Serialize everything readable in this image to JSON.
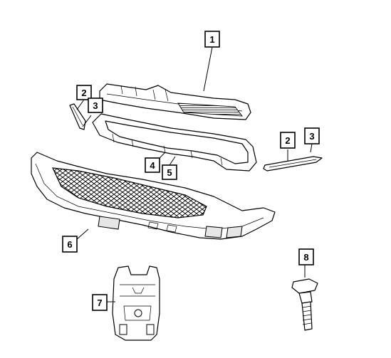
{
  "callouts": [
    {
      "id": "c1",
      "label": "1"
    },
    {
      "id": "c2a",
      "label": "2"
    },
    {
      "id": "c3a",
      "label": "3"
    },
    {
      "id": "c2b",
      "label": "2"
    },
    {
      "id": "c3b",
      "label": "3"
    },
    {
      "id": "c4",
      "label": "4"
    },
    {
      "id": "c5",
      "label": "5"
    },
    {
      "id": "c6",
      "label": "6"
    },
    {
      "id": "c7",
      "label": "7"
    },
    {
      "id": "c8",
      "label": "8"
    }
  ]
}
